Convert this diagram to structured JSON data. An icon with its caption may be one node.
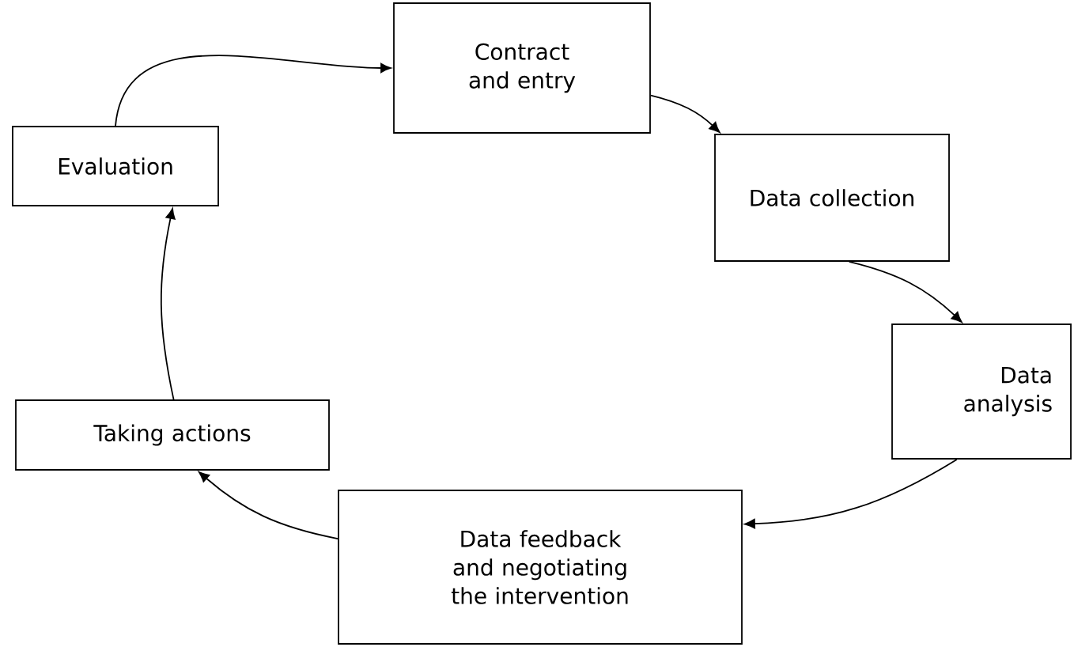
{
  "diagram": {
    "nodes": [
      {
        "text": [
          "Contract and entry"
        ]
      },
      {
        "text": [
          "Data collection"
        ]
      },
      {
        "text": [
          "Data analysis"
        ]
      },
      {
        "text": [
          "Data feedback and negotiating the intervention"
        ]
      },
      {
        "text": [
          "Taking actions"
        ]
      },
      {
        "text": [
          "Evaluation"
        ]
      }
    ],
    "edges": [
      {
        "from": 0,
        "to": 1,
        "arrow": "to"
      },
      {
        "from": 1,
        "to": 2,
        "arrow": "to"
      },
      {
        "from": 2,
        "to": 3,
        "arrow": "to"
      },
      {
        "from": 3,
        "to": 4,
        "arrow": "to"
      },
      {
        "from": 4,
        "to": 5,
        "arrow": "to"
      },
      {
        "from": 5,
        "to": 0,
        "arrow": "to"
      }
    ]
  }
}
